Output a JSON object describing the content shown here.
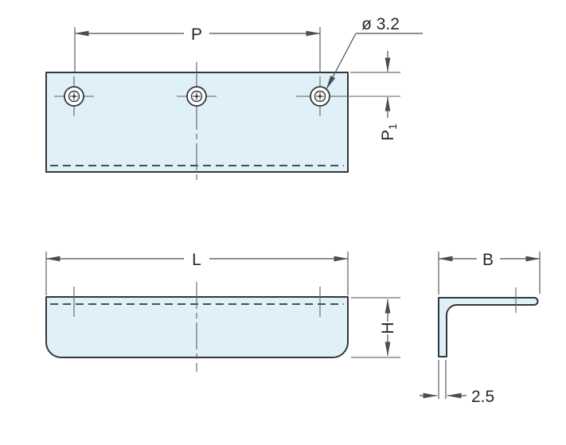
{
  "drawing": {
    "top_view": {
      "pitch_label": "P",
      "hole_dia_label": "ø 3.2",
      "edge_dist_label": "P",
      "edge_dist_sub": "1"
    },
    "front_view": {
      "length_label": "L",
      "height_label": "H"
    },
    "side_view": {
      "width_label": "B",
      "thickness_label": "2.5"
    }
  },
  "colors": {
    "part_fill": "#dff0f9",
    "outline": "#32373c",
    "dimension": "#4a4f55",
    "centerline": "#5d6268",
    "text": "#25292d"
  }
}
